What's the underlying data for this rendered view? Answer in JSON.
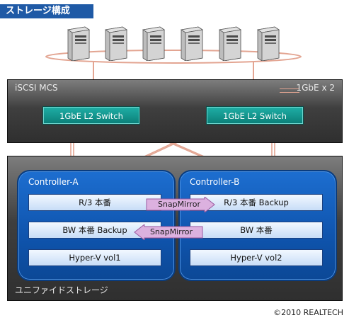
{
  "title": "ストレージ構成",
  "network": {
    "label": "iSCSI MCS",
    "legend": "1GbE x 2",
    "switches": [
      "1GbE L2 Switch",
      "1GbE L2 Switch"
    ]
  },
  "storage": {
    "label": "ユニファイドストレージ",
    "controllers": [
      {
        "name": "Controller-A",
        "volumes": [
          "R/3 本番",
          "BW 本番 Backup",
          "Hyper-V vol1"
        ]
      },
      {
        "name": "Controller-B",
        "volumes": [
          "R/3 本番 Backup",
          "BW 本番",
          "Hyper-V vol2"
        ]
      }
    ],
    "replication": [
      {
        "label": "SnapMirror",
        "direction": "A-to-B"
      },
      {
        "label": "SnapMirror",
        "direction": "B-to-A"
      }
    ]
  },
  "servers_count_icons": "server-icon",
  "copyright": "©2010 REALTECH",
  "colors": {
    "title_bg": "#1f5aa6",
    "switch": "#129a92",
    "controller": "#1460bd",
    "link": "#e8a08c",
    "arrow": "#d6a6d8"
  }
}
